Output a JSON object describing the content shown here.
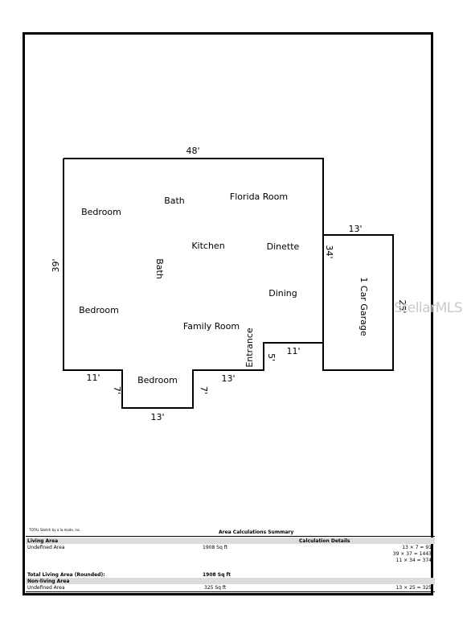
{
  "floorplan": {
    "rooms": [
      {
        "id": "bedroom-1",
        "label": "Bedroom"
      },
      {
        "id": "bath-top",
        "label": "Bath"
      },
      {
        "id": "florida-room",
        "label": "Florida Room"
      },
      {
        "id": "kitchen",
        "label": "Kitchen"
      },
      {
        "id": "dinette",
        "label": "Dinette"
      },
      {
        "id": "bath-vertical",
        "label": "Bath"
      },
      {
        "id": "dining",
        "label": "Dining"
      },
      {
        "id": "bedroom-2",
        "label": "Bedroom"
      },
      {
        "id": "family-room",
        "label": "Family Room"
      },
      {
        "id": "entrance",
        "label": "Entrance"
      },
      {
        "id": "bedroom-3",
        "label": "Bedroom"
      },
      {
        "id": "garage",
        "label": "1 Car Garage"
      }
    ],
    "dimensions": {
      "top": "48'",
      "left": "39'",
      "garage_top": "13'",
      "garage_left": "34'",
      "garage_right": "25'",
      "entrance_step": "11'",
      "entrance_depth": "5'",
      "bottom_mid": "13'",
      "bottom_left": "11'",
      "bump_left": "7'",
      "bump_right": "7'",
      "bump_bottom": "13'"
    },
    "watermark": "StellarMLS"
  },
  "credit": "TOTAL Sketch by a la mode, inc.",
  "summary": {
    "title": "Area Calculations Summary",
    "living_area_header": "Living Area",
    "calc_details_header": "Calculation Details",
    "living_undefined_label": "Undefined Area",
    "living_undefined_value": "1908 Sq ft",
    "calc_lines": [
      "13 × 7  =    91",
      "39 × 37 = 1443",
      "11 × 34 =  374"
    ],
    "total_label": "Total Living Area (Rounded):",
    "total_value": "1908 Sq ft",
    "nonliving_header": "Non-living Area",
    "nonliving_undefined_label": "Undefined Area",
    "nonliving_undefined_value": "325 Sq ft",
    "nonliving_calc": "13 × 25 =   325"
  }
}
